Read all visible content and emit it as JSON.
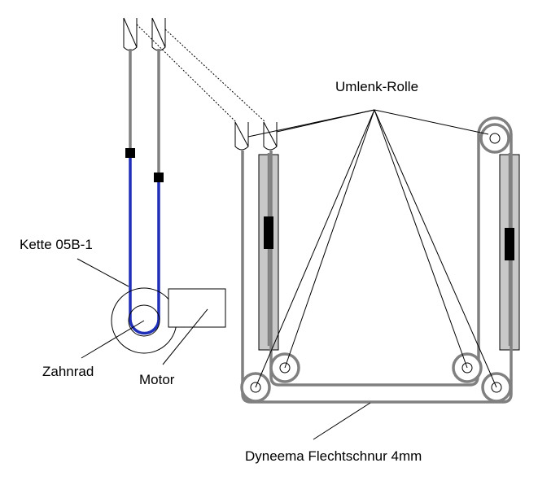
{
  "labels": {
    "chain": "Kette 05B-1",
    "sprocket": "Zahnrad",
    "motor": "Motor",
    "pulley": "Umlenk-Rolle",
    "rope": "Dyneema Flechtschnur 4mm"
  },
  "colors": {
    "chain": "#1f2fb8",
    "rope": "#808080",
    "rail": "#c8c8c8",
    "clamp": "#000000",
    "line": "#000000"
  }
}
